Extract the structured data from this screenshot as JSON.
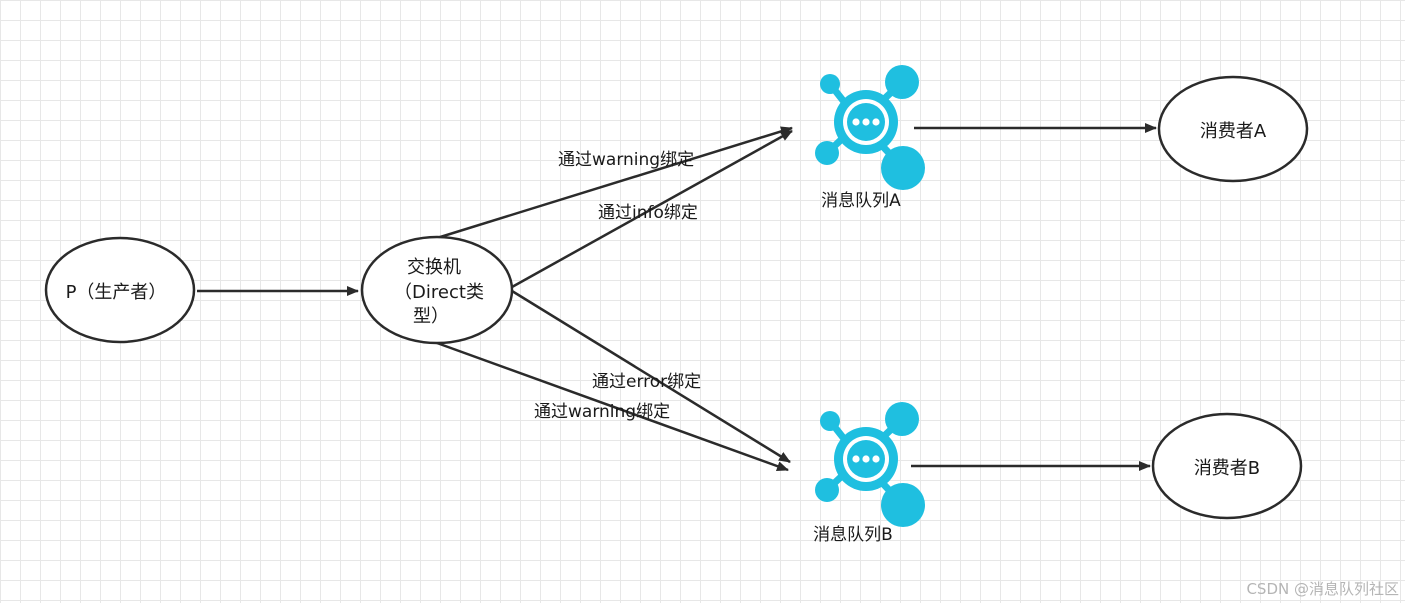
{
  "diagram": {
    "producer": {
      "label": "P（生产者）"
    },
    "exchange": {
      "line1": "交换机",
      "line2": "（Direct类",
      "line3": "型）"
    },
    "queue_a": {
      "label": "消息队列A",
      "icon": "message-queue-icon"
    },
    "queue_b": {
      "label": "消息队列B",
      "icon": "message-queue-icon"
    },
    "consumer_a": {
      "label": "消费者A"
    },
    "consumer_b": {
      "label": "消费者B"
    },
    "edges": {
      "warning_a": "通过warning绑定",
      "info_a": "通过info绑定",
      "error_b": "通过error绑定",
      "warning_b": "通过warning绑定"
    },
    "colors": {
      "stroke": "#2b2b2b",
      "icon": "#1fbfe0",
      "icon_inner": "#ffffff"
    }
  },
  "watermark": "CSDN @消息队列社区"
}
